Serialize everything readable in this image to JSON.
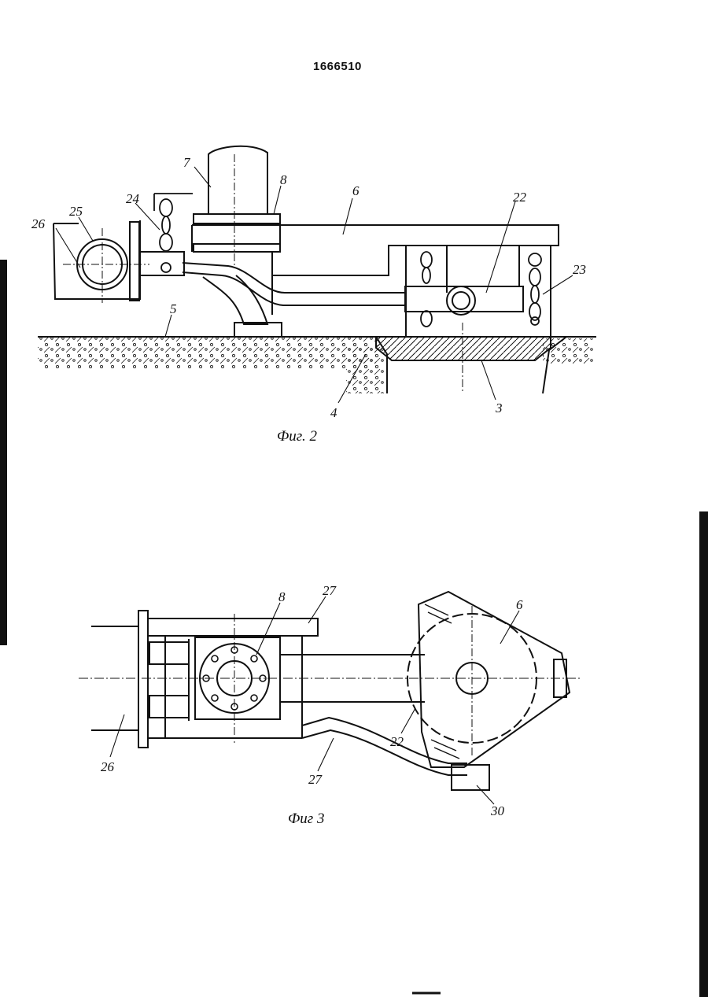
{
  "page": {
    "number": "1666510"
  },
  "figures": [
    {
      "caption": "Фиг. 2",
      "callouts": {
        "c7": "7",
        "c8": "8",
        "c6": "6",
        "c22": "22",
        "c24": "24",
        "c25": "25",
        "c26": "26",
        "c23": "23",
        "c5": "5",
        "c4": "4",
        "c3": "3"
      }
    },
    {
      "caption": "Фиг 3",
      "callouts": {
        "c8": "8",
        "c27a": "27",
        "c6": "6",
        "c26": "26",
        "c22": "22",
        "c27b": "27",
        "c30": "30"
      }
    }
  ]
}
